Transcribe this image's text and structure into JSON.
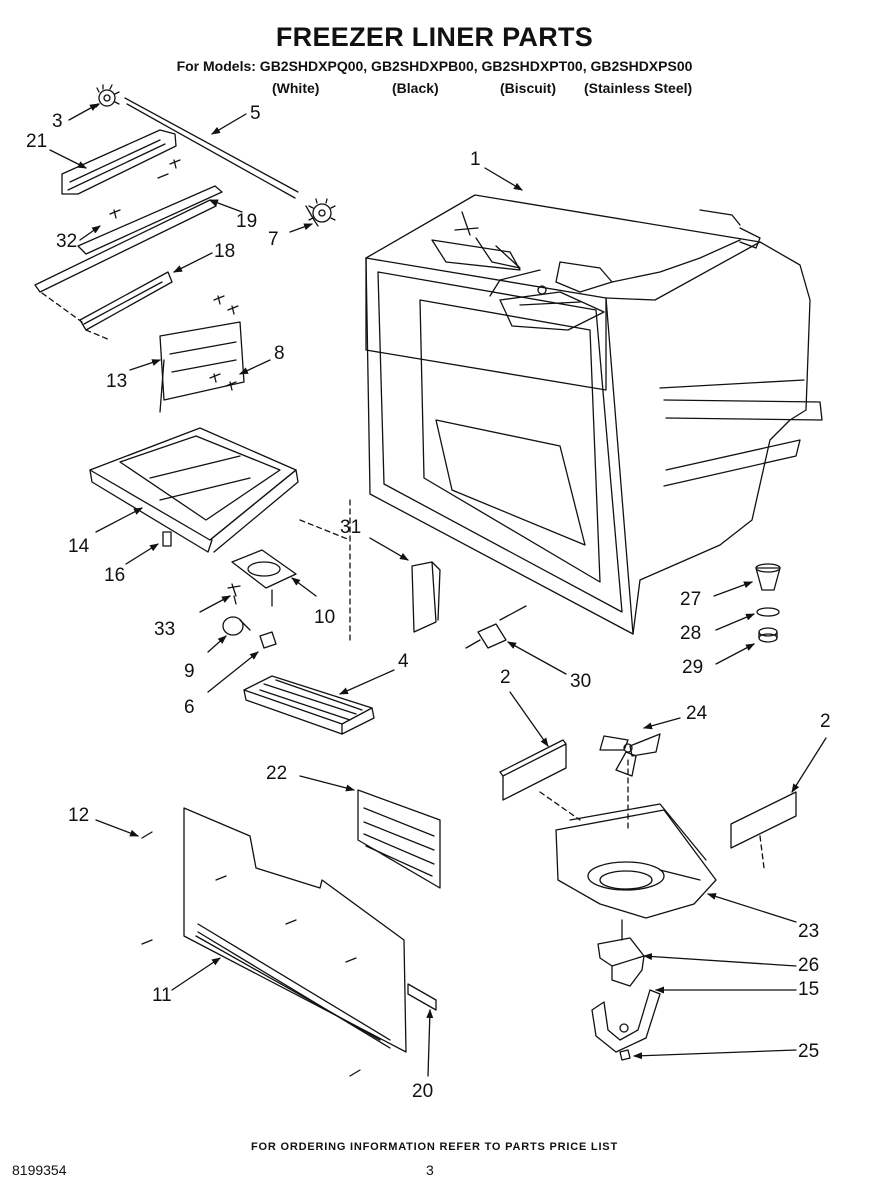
{
  "header": {
    "title": "FREEZER LINER PARTS",
    "models_line": "For Models: GB2SHDXPQ00, GB2SHDXPB00, GB2SHDXPT00, GB2SHDXPS00",
    "variants": [
      "(White)",
      "(Black)",
      "(Biscuit)",
      "(Stainless Steel)"
    ]
  },
  "callouts": [
    "3",
    "21",
    "5",
    "1",
    "19",
    "32",
    "7",
    "18",
    "13",
    "8",
    "14",
    "16",
    "31",
    "10",
    "33",
    "4",
    "9",
    "6",
    "27",
    "28",
    "29",
    "30",
    "2",
    "24",
    "2",
    "22",
    "12",
    "23",
    "26",
    "15",
    "11",
    "25",
    "20"
  ],
  "footer": {
    "ordering_info": "FOR ORDERING INFORMATION REFER TO PARTS PRICE LIST",
    "document_number": "8199354",
    "page_number": "3"
  }
}
